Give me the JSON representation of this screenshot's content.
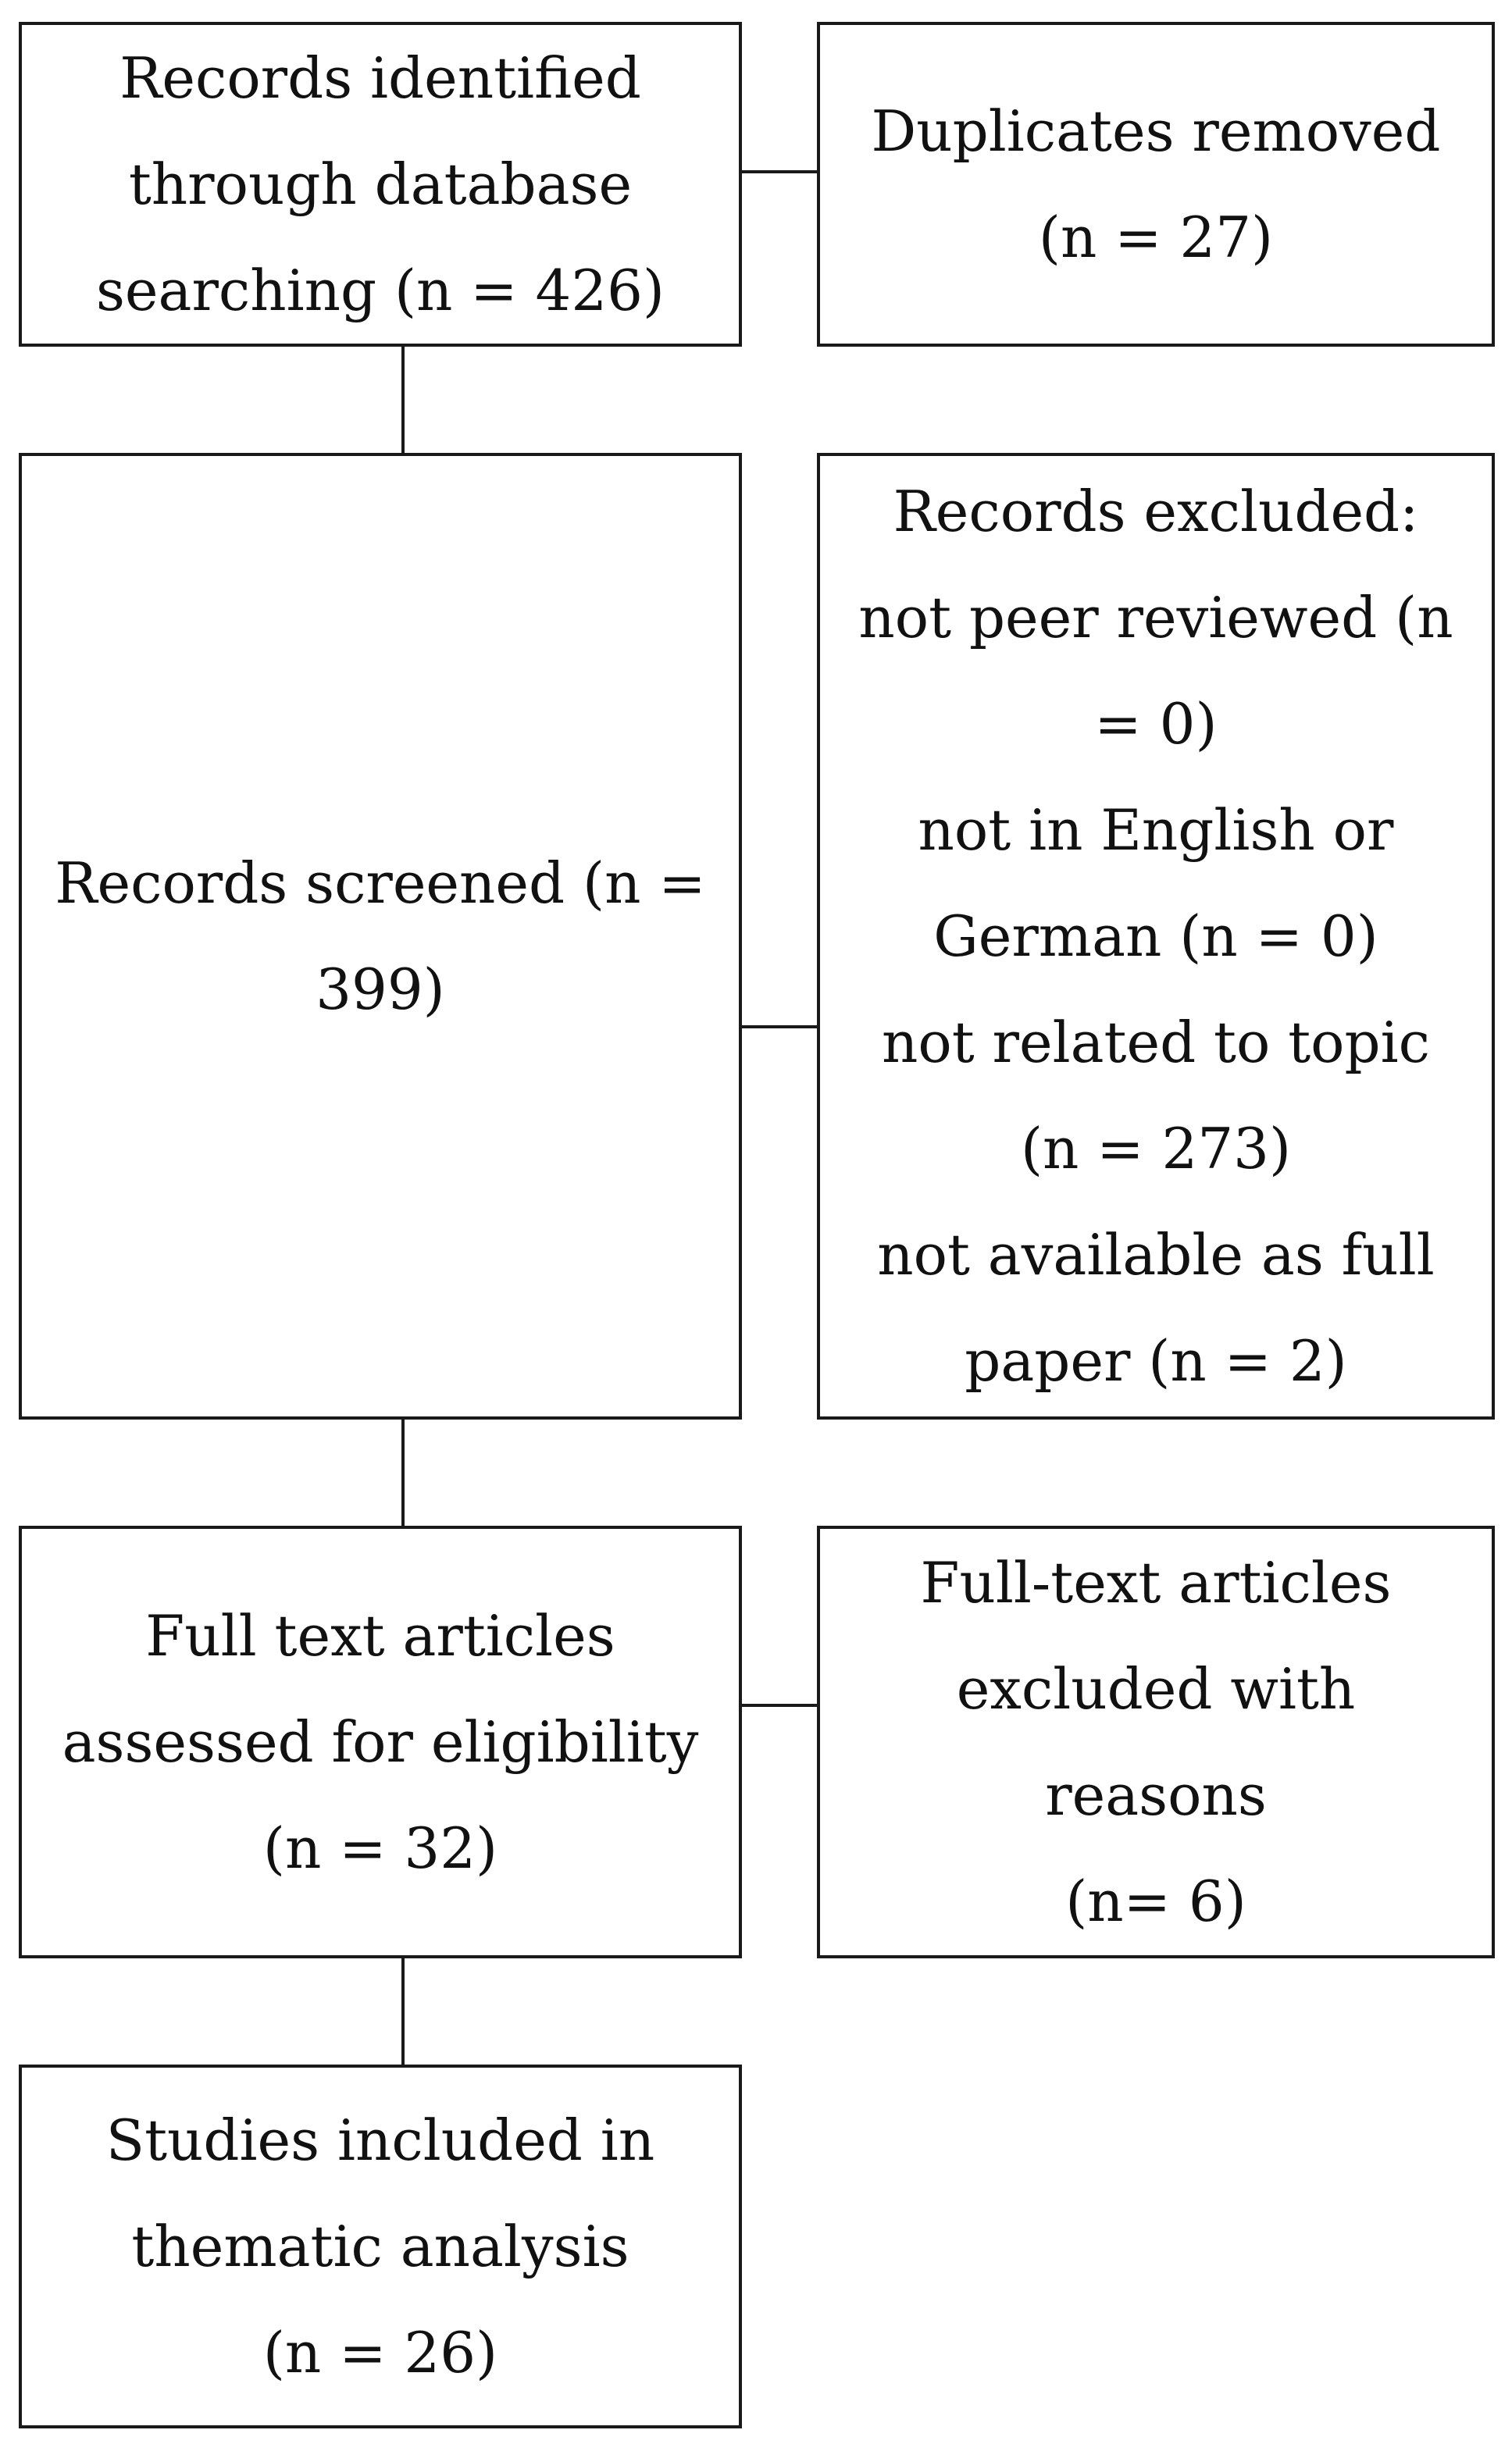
{
  "flowchart": {
    "identified": "Records identified\nthrough database\nsearching (n = 426)",
    "duplicates": "Duplicates removed\n(n = 27)",
    "screened": "Records screened (n =\n399)",
    "excluded": "Records excluded:\nnot peer reviewed (n\n= 0)\nnot in English or\nGerman (n = 0)\nnot related to topic\n(n = 273)\nnot available as full\npaper (n = 2)",
    "assessed": "Full text articles\nassessed for eligibility\n(n = 32)",
    "fulltext_excluded": "Full-text articles\nexcluded with\nreasons\n(n= 6)",
    "included": "Studies included in\nthematic analysis\n(n = 26)"
  }
}
